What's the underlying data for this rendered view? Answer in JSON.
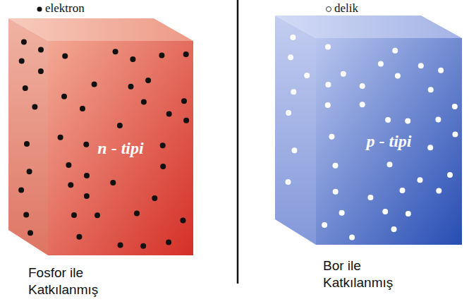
{
  "diagram": {
    "nodes": [
      {
        "text": [
          "n - tipi",
          "Fosfor ile Katkılanmış"
        ]
      },
      {
        "text": [
          "p - tipi",
          "Bor ile Katkılanmış"
        ]
      }
    ],
    "legend": [
      {
        "text": "elektron"
      },
      {
        "text": "delik"
      }
    ]
  }
}
